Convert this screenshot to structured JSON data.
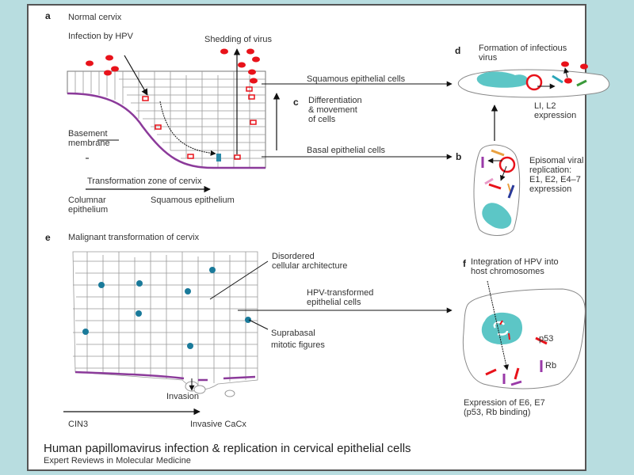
{
  "figure": {
    "title": "Human papillomavirus infection & replication in cervical epithelial cells",
    "source": "Expert Reviews in Molecular Medicine"
  },
  "panel_a": {
    "letter": "a",
    "heading": "Normal cervix",
    "infection_label": "Infection by HPV",
    "shedding_label": "Shedding of virus",
    "basement_label_line1": "Basement",
    "basement_label_line2": "membrane",
    "squamous_cells_label": "Squamous epithelial cells",
    "basal_cells_label": "Basal epithelial cells",
    "transformation_zone_label": "Transformation zone of cervix",
    "columnar_line1": "Columnar",
    "columnar_line2": "epithelium",
    "squamous_epithelium": "Squamous epithelium"
  },
  "panel_b": {
    "letter": "b",
    "line1": "Episomal viral",
    "line2": "replication:",
    "line3": "E1, E2, E4–7",
    "line4": "expression"
  },
  "panel_c": {
    "letter": "c",
    "line1": "Differentiation",
    "line2": "& movement",
    "line3": "of cells"
  },
  "panel_d": {
    "letter": "d",
    "line1": "Formation of infectious",
    "line2": "virus",
    "expr_line1": "LI, L2",
    "expr_line2": "expression"
  },
  "panel_e": {
    "letter": "e",
    "heading": "Malignant transformation of cervix",
    "disordered_line1": "Disordered",
    "disordered_line2": "cellular architecture",
    "hpv_line1": "HPV-transformed",
    "hpv_line2": "epithelial cells",
    "suprabasal_line1": "Suprabasal",
    "suprabasal_line2": "mitotic figures",
    "invasion": "Invasion",
    "cin3": "CIN3",
    "invasive": "Invasive CaCx"
  },
  "panel_f": {
    "letter": "f",
    "line1": "Integration of HPV into",
    "line2": "host chromosomes",
    "p53": "p53",
    "rb": "Rb",
    "expr_line1": "Expression of E6, E7",
    "expr_line2": "(p53, Rb binding)"
  },
  "colors": {
    "virus_red": "#e8121a",
    "nucleus_teal": "#5cc6c6",
    "membrane_purple": "#8b3a9a",
    "background": "#b8dde0"
  }
}
